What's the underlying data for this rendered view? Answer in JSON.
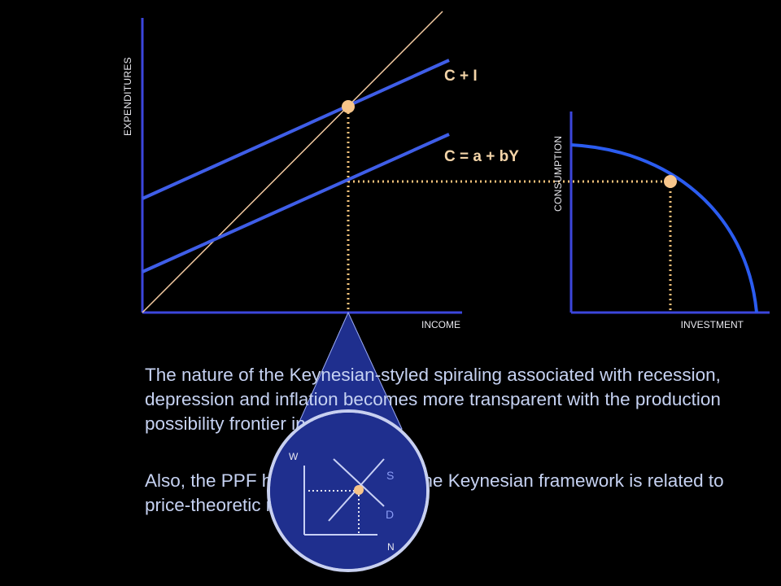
{
  "colors": {
    "background": "#000000",
    "axis": "#3c46dc",
    "line": "#3f5ee8",
    "guide": "#f2c27a",
    "point": "#f7c58a",
    "label": "#f3d4a8",
    "body_text": "#c6d2f2",
    "magnifier": "#1f2f8e"
  },
  "keynesian_cross": {
    "y_axis_label": "EXPENDITURES",
    "x_axis_label": "INCOME",
    "consumption_line_label": "C = a + bY",
    "total_line_label": "C + I",
    "line_45_present": true
  },
  "ppf": {
    "y_axis_label": "CONSUMPTION",
    "x_axis_label": "INVESTMENT"
  },
  "labor_market": {
    "y_axis_label": "W",
    "x_axis_label": "N",
    "supply_label": "S",
    "demand_label": "D"
  },
  "text": {
    "paragraph_1": "The nature of the Keynesian-styled spiraling associated with recession, depression and inflation becomes more transparent with the production possibility frontier in play.",
    "paragraph_2": "Also, the PPF helps to show how the Keynesian framework is related to price-theoretic roots."
  }
}
